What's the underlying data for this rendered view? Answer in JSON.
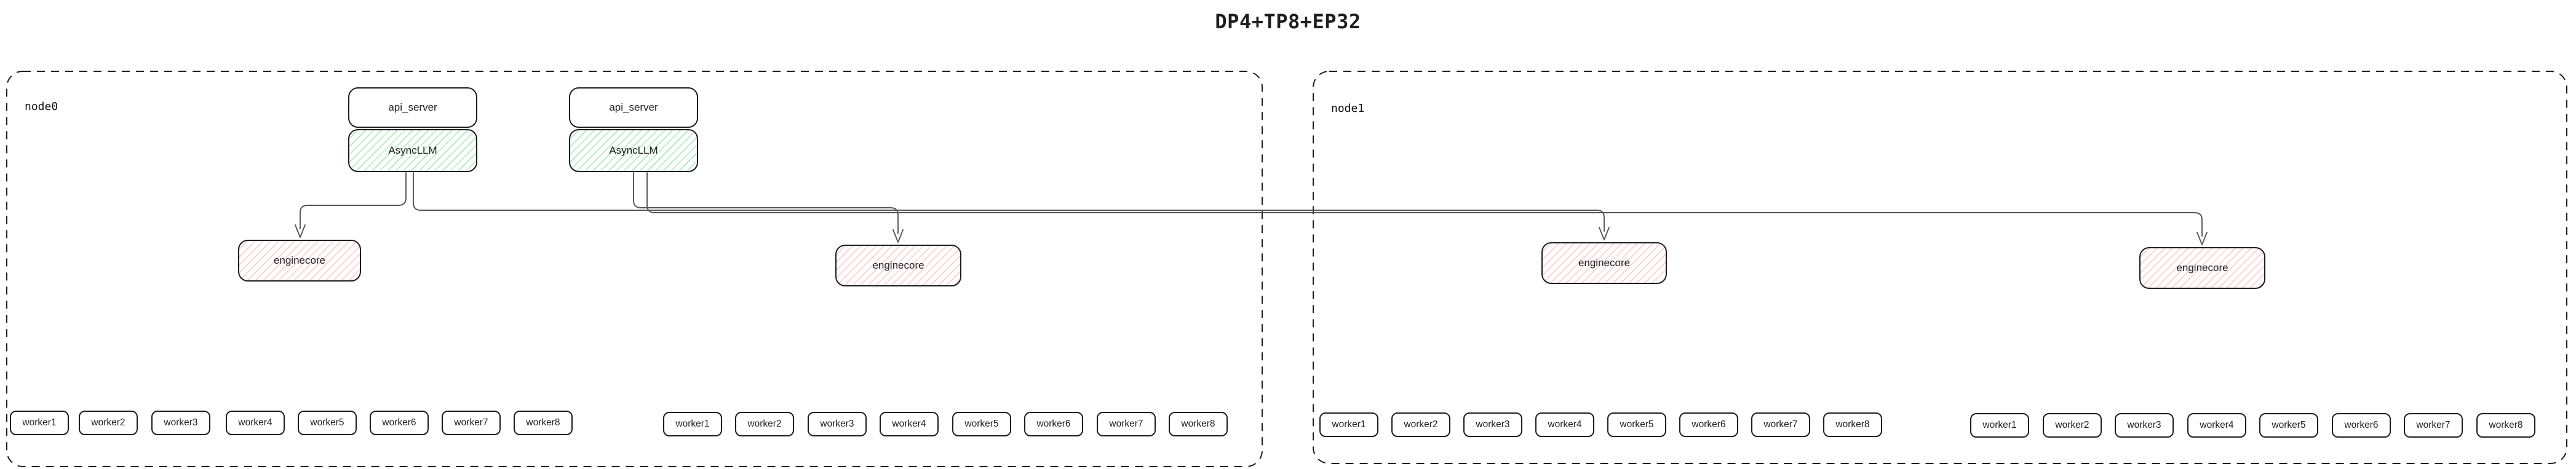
{
  "title": "DP4+TP8+EP32",
  "colors": {
    "border": "#1e1e1e",
    "green_hatch": "#54d67b",
    "red_hatch": "#ff7676",
    "connector": "#555555",
    "background": "#ffffff"
  },
  "nodes": [
    {
      "label": "node0",
      "stacks": [
        {
          "api": "api_server",
          "llm": "AsyncLLM"
        },
        {
          "api": "api_server",
          "llm": "AsyncLLM"
        }
      ],
      "enginecores": [
        "enginecore",
        "enginecore"
      ],
      "worker_groups": [
        [
          "worker1",
          "worker2",
          "worker3",
          "worker4",
          "worker5",
          "worker6",
          "worker7",
          "worker8"
        ],
        [
          "worker1",
          "worker2",
          "worker3",
          "worker4",
          "worker5",
          "worker6",
          "worker7",
          "worker8"
        ]
      ]
    },
    {
      "label": "node1",
      "stacks": [],
      "enginecores": [
        "enginecore",
        "enginecore"
      ],
      "worker_groups": [
        [
          "worker1",
          "worker2",
          "worker3",
          "worker4",
          "worker5",
          "worker6",
          "worker7",
          "worker8"
        ],
        [
          "worker1",
          "worker2",
          "worker3",
          "worker4",
          "worker5",
          "worker6",
          "worker7",
          "worker8"
        ]
      ]
    }
  ],
  "edges": [
    {
      "from": "node0-asyncllm-1",
      "to": "node0-enginecore-1"
    },
    {
      "from": "node0-asyncllm-1",
      "to": "node1-enginecore-1"
    },
    {
      "from": "node0-asyncllm-2",
      "to": "node0-enginecore-2"
    },
    {
      "from": "node0-asyncllm-2",
      "to": "node1-enginecore-2"
    }
  ]
}
